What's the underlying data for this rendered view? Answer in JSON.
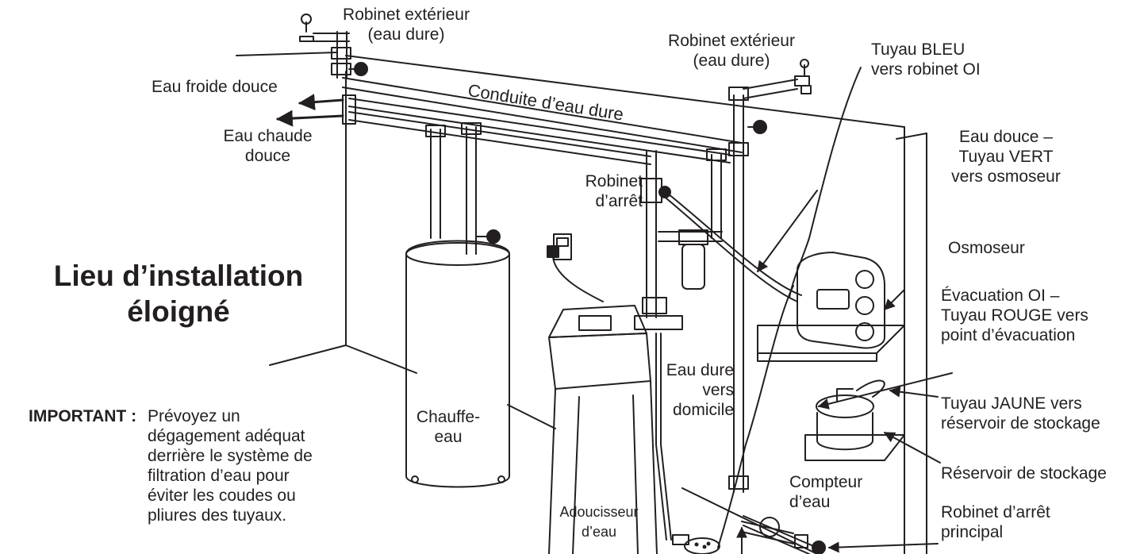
{
  "labels": {
    "outdoor_faucet_left": [
      "Robinet extérieur",
      "(eau dure)"
    ],
    "outdoor_faucet_right": [
      "Robinet extérieur",
      "(eau dure)"
    ],
    "blue_tube": [
      "Tuyau BLEU",
      "vers robinet OI"
    ],
    "soft_cold": "Eau froide douce",
    "soft_hot": [
      "Eau chaude",
      "douce"
    ],
    "hard_water_line": "Conduite d’eau dure",
    "shutoff_valve": [
      "Robinet",
      "d’arrêt"
    ],
    "soft_water_green": [
      "Eau douce –",
      "Tuyau VERT",
      "vers osmoseur"
    ],
    "ro_unit": "Osmoseur",
    "ro_drain_red": [
      "Évacuation OI –",
      "Tuyau ROUGE vers",
      "point d’évacuation"
    ],
    "yellow_tube": [
      "Tuyau JAUNE vers",
      "réservoir de stockage"
    ],
    "storage_tank": "Réservoir de stockage",
    "main_shutoff": [
      "Robinet d’arrêt",
      "principal"
    ],
    "water_meter": [
      "Compteur",
      "d’eau"
    ],
    "hard_to_home": [
      "Eau dure",
      "vers",
      "domicile"
    ],
    "water_heater": [
      "Chauffe-",
      "eau"
    ],
    "softener": [
      "Adoucisseur",
      "d’eau"
    ]
  },
  "title": [
    "Lieu d’installation",
    "éloigné"
  ],
  "important": {
    "label": "IMPORTANT :",
    "lines": [
      "Prévoyez un",
      "dégagement adéquat",
      "derrière le système de",
      "filtration d’eau pour",
      "éviter les coudes ou",
      "pliures des tuyaux."
    ]
  }
}
